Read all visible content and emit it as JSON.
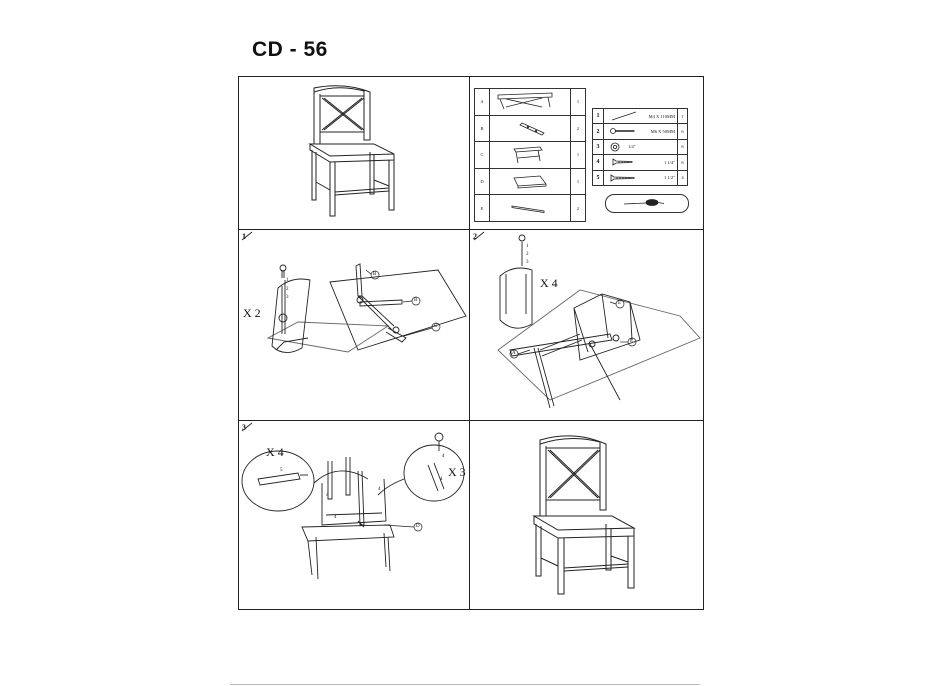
{
  "document": {
    "title": "CD - 56"
  },
  "parts": [
    {
      "letter": "A",
      "qty": "1"
    },
    {
      "letter": "B",
      "qty": "2"
    },
    {
      "letter": "C",
      "qty": "1"
    },
    {
      "letter": "D",
      "qty": "1"
    },
    {
      "letter": "E",
      "qty": "2"
    }
  ],
  "hardware": [
    {
      "num": "1",
      "desc": "M4 X 110MM",
      "qty": "1"
    },
    {
      "num": "2",
      "desc": "M6 X 50MM",
      "qty": "6"
    },
    {
      "num": "3",
      "desc": "1/4\"",
      "qty": "6"
    },
    {
      "num": "4",
      "desc": "1 1/4\"",
      "qty": "6"
    },
    {
      "num": "5",
      "desc": "1 1/2\"",
      "qty": "4"
    }
  ],
  "steps": [
    {
      "number": "1",
      "multiplier": "X 2",
      "callouts": [
        "B",
        "B",
        "C"
      ],
      "hardware_labels": [
        "1",
        "2",
        "3"
      ]
    },
    {
      "number": "2",
      "multiplier": "X 4",
      "callouts": [
        "E",
        "E",
        "A"
      ],
      "hardware_labels": [
        "1",
        "2",
        "3"
      ]
    },
    {
      "number": "3",
      "multiplier_left": "X 4",
      "multiplier_right": "X 3",
      "callouts": [
        "D"
      ],
      "hardware_labels": [
        "5",
        "4",
        "4",
        "4",
        "4",
        "4"
      ]
    }
  ],
  "icons": {
    "allen_key": "allen-key-icon",
    "screwdriver": "screwdriver-icon",
    "bolt": "bolt-icon",
    "washer": "washer-icon",
    "screw": "screw-icon"
  }
}
